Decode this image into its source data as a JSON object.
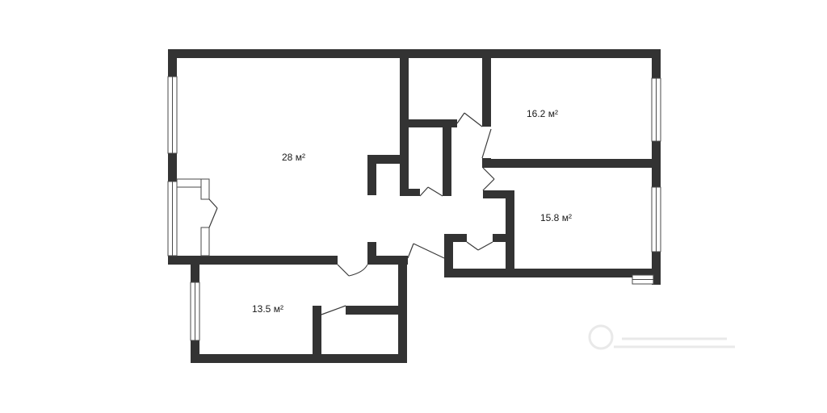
{
  "rooms": [
    {
      "id": "living",
      "area": "28",
      "unit": "м²"
    },
    {
      "id": "bedroom-1",
      "area": "16.2",
      "unit": "м²"
    },
    {
      "id": "bedroom-2",
      "area": "15.8",
      "unit": "м²"
    },
    {
      "id": "kitchen",
      "area": "13.5",
      "unit": "м²"
    }
  ],
  "colors": {
    "wall": "#333333",
    "background": "#ffffff",
    "watermark": "#e9e9e9"
  }
}
